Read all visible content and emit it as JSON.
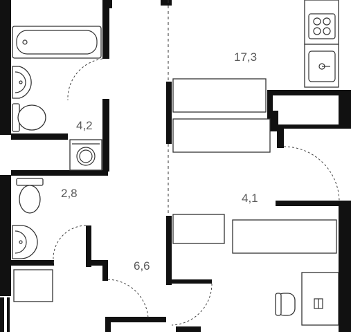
{
  "floorplan": {
    "rooms": [
      {
        "id": "kitchen_living",
        "area": "17,3"
      },
      {
        "id": "bathroom",
        "area": "4,2"
      },
      {
        "id": "wc",
        "area": "2,8"
      },
      {
        "id": "hallway_right",
        "area": "4,1"
      },
      {
        "id": "hallway",
        "area": "6,6"
      }
    ],
    "colors": {
      "wall": "#111111",
      "fixture_stroke": "#333333",
      "label": "#5a5a5a"
    },
    "icons": [
      "bathtub-icon",
      "sink-icon",
      "toilet-icon",
      "washing-machine-icon",
      "stove-icon",
      "kitchen-sink-icon",
      "chair-icon",
      "desk-icon",
      "wardrobe-icon"
    ]
  }
}
